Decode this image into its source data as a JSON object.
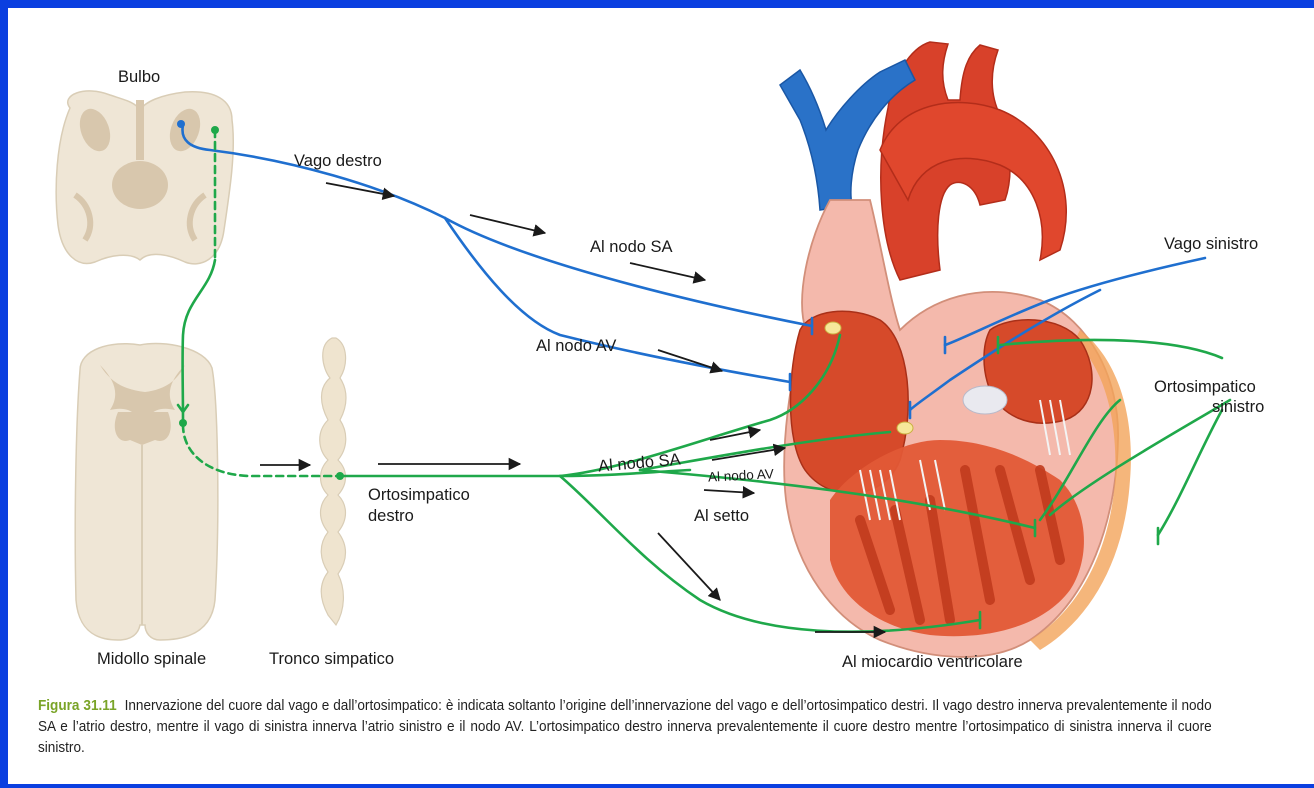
{
  "labels": {
    "bulbo": "Bulbo",
    "midollo": "Midollo spinale",
    "tronco": "Tronco simpatico",
    "vago_destro": "Vago destro",
    "vago_sinistro": "Vago sinistro",
    "al_nodo_sa_top": "Al nodo SA",
    "al_nodo_av_top": "Al nodo AV",
    "al_nodo_sa_bottom": "Al nodo SA",
    "al_nodo_av_bottom": "Al nodo AV",
    "al_setto": "Al setto",
    "ortosimpatico_destro_1": "Ortosimpatico",
    "ortosimpatico_destro_2": "destro",
    "ortosimpatico_sinistro_1": "Ortosimpatico",
    "ortosimpatico_sinistro_2": "sinistro",
    "al_miocardio": "Al miocardio ventricolare"
  },
  "caption": {
    "figure": "Figura 31.11",
    "text": "Innervazione del cuore dal vago e dall’ortosimpatico: è indicata soltanto l’origine dell’innervazione del vago e dell’ortosimpatico destri. Il vago destro innerva prevalentemente il nodo SA e l’atrio destro, mentre il vago di sinistra innerva l’atrio sinistro e il nodo AV. L’ortosimpatico destro innerva prevalentemente il cuore destro mentre l’ortosimpatico di sinistra innerva il cuore sinistro."
  },
  "colors": {
    "border": "#0a3fe0",
    "vagus": "#1f6fcf",
    "sympathetic": "#1fa84a",
    "caption_figure": "#7aa428"
  }
}
